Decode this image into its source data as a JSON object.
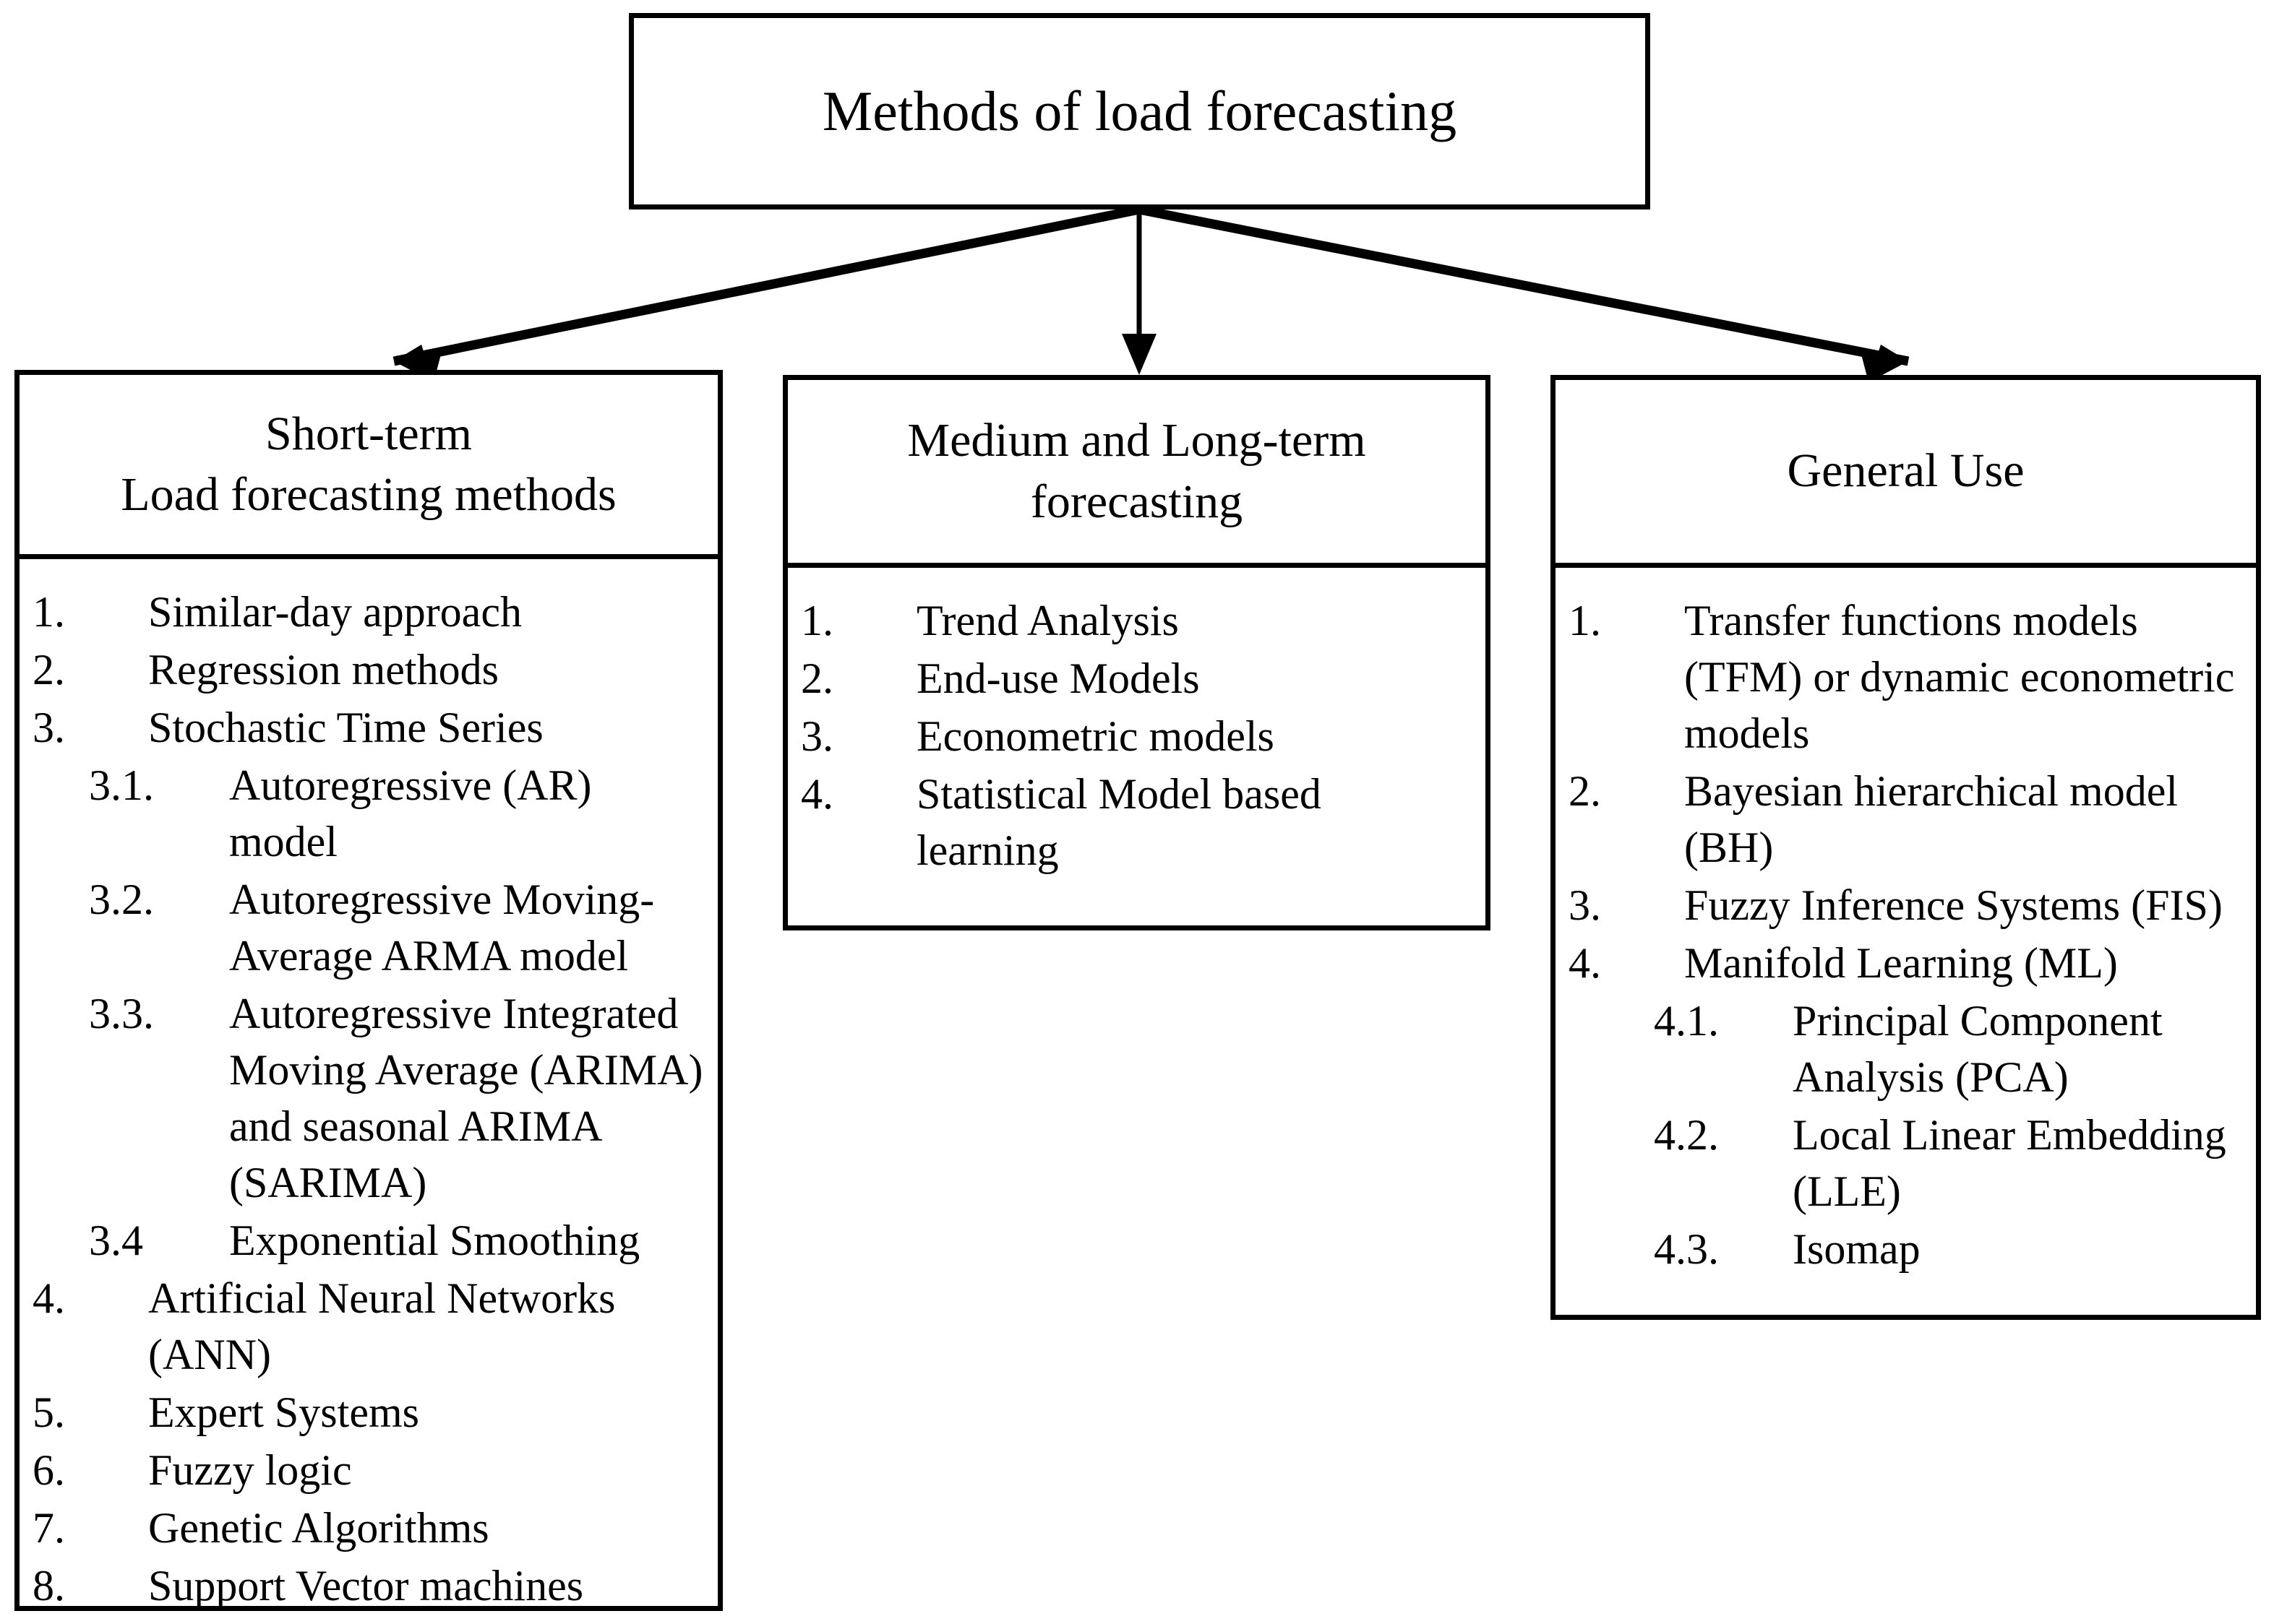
{
  "diagram": {
    "root": {
      "title": "Methods of load forecasting"
    },
    "branches": [
      {
        "id": "short-term",
        "header_line1": "Short-term",
        "header_line2": "Load forecasting methods",
        "items": [
          {
            "num": "1.",
            "text": "Similar-day approach",
            "level": 1
          },
          {
            "num": "2.",
            "text": "Regression methods",
            "level": 1
          },
          {
            "num": "3.",
            "text": "Stochastic Time Series",
            "level": 1
          },
          {
            "num": "3.1.",
            "text": "Autoregressive (AR) model",
            "level": 2
          },
          {
            "num": "3.2.",
            "text": "Autoregressive Moving-Average ARMA model",
            "level": 2
          },
          {
            "num": "3.3.",
            "text": "Autoregressive Integrated Moving Average (ARIMA) and seasonal ARIMA (SARIMA)",
            "level": 2
          },
          {
            "num": "3.4",
            "text": "Exponential Smoothing",
            "level": 2
          },
          {
            "num": "4.",
            "text": "Artificial Neural Networks (ANN)",
            "level": 1
          },
          {
            "num": "5.",
            "text": "Expert Systems",
            "level": 1
          },
          {
            "num": "6.",
            "text": "Fuzzy logic",
            "level": 1
          },
          {
            "num": "7.",
            "text": "Genetic Algorithms",
            "level": 1
          },
          {
            "num": "8.",
            "text": "Support Vector machines",
            "level": 1
          }
        ]
      },
      {
        "id": "medium-long-term",
        "header_line1": "Medium and Long-term",
        "header_line2": "forecasting",
        "items": [
          {
            "num": "1.",
            "text": "Trend Analysis",
            "level": 1
          },
          {
            "num": "2.",
            "text": "End-use Models",
            "level": 1
          },
          {
            "num": "3.",
            "text": "Econometric models",
            "level": 1
          },
          {
            "num": "4.",
            "text": "Statistical Model based learning",
            "level": 1
          }
        ]
      },
      {
        "id": "general-use",
        "header_line1": "General Use",
        "header_line2": "",
        "items": [
          {
            "num": "1.",
            "text": "Transfer functions models (TFM) or dynamic econometric models",
            "level": 1
          },
          {
            "num": "2.",
            "text": "Bayesian hierarchical model (BH)",
            "level": 1
          },
          {
            "num": "3.",
            "text": "Fuzzy Inference Systems (FIS)",
            "level": 1
          },
          {
            "num": "4.",
            "text": "Manifold Learning (ML)",
            "level": 1
          },
          {
            "num": "4.1.",
            "text": "Principal Component Analysis (PCA)",
            "level": 2
          },
          {
            "num": "4.2.",
            "text": "Local Linear Embedding (LLE)",
            "level": 2
          },
          {
            "num": "4.3.",
            "text": "Isomap",
            "level": 2
          }
        ]
      }
    ],
    "connectors": [
      {
        "name": "arrow-to-short-term",
        "from": "root",
        "to": "short-term"
      },
      {
        "name": "arrow-to-medium-long-term",
        "from": "root",
        "to": "medium-long-term"
      },
      {
        "name": "arrow-to-general-use",
        "from": "root",
        "to": "general-use"
      }
    ],
    "colors": {
      "stroke": "#000000",
      "background": "#ffffff",
      "text": "#000000"
    }
  }
}
